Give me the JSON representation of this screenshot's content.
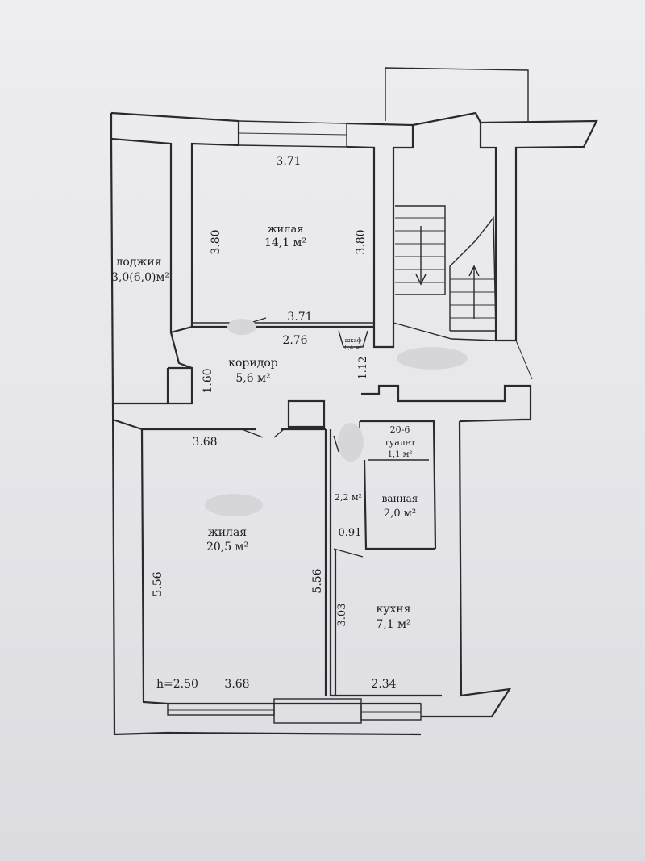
{
  "rooms": {
    "living_top": {
      "name": "жилая",
      "area": "14,1 м²"
    },
    "loggia": {
      "name": "лоджия",
      "area": "3,0(6,0)м²"
    },
    "corridor": {
      "name": "коридор",
      "area": "5,6 м²"
    },
    "wardrobe": {
      "name": "шкаф",
      "area": "0,4 м²"
    },
    "living_bottom": {
      "name": "жилая",
      "area": "20,5 м²"
    },
    "toilet": {
      "code": "20-6",
      "name": "туалет",
      "area": "1,1 м²"
    },
    "hall_small": {
      "area": "2,2 м²"
    },
    "bathroom": {
      "name": "ванная",
      "area": "2,0 м²"
    },
    "kitchen": {
      "name": "кухня",
      "area": "7,1 м²"
    }
  },
  "dimensions": {
    "top_width": "3.71",
    "top_height_left": "3.80",
    "top_height_right": "3.80",
    "top_bottom_width": "3.71",
    "corridor_width": "2.76",
    "corridor_height": "1.60",
    "closet_height": "1.12",
    "bottom_width_top": "3.68",
    "bottom_height_left": "5.56",
    "bottom_height_right": "5.56",
    "bottom_width_bottom": "3.68",
    "ceiling_height": "h=2.50",
    "bath_width": "0.91",
    "kitchen_height": "3.03",
    "kitchen_width": "2.34"
  }
}
